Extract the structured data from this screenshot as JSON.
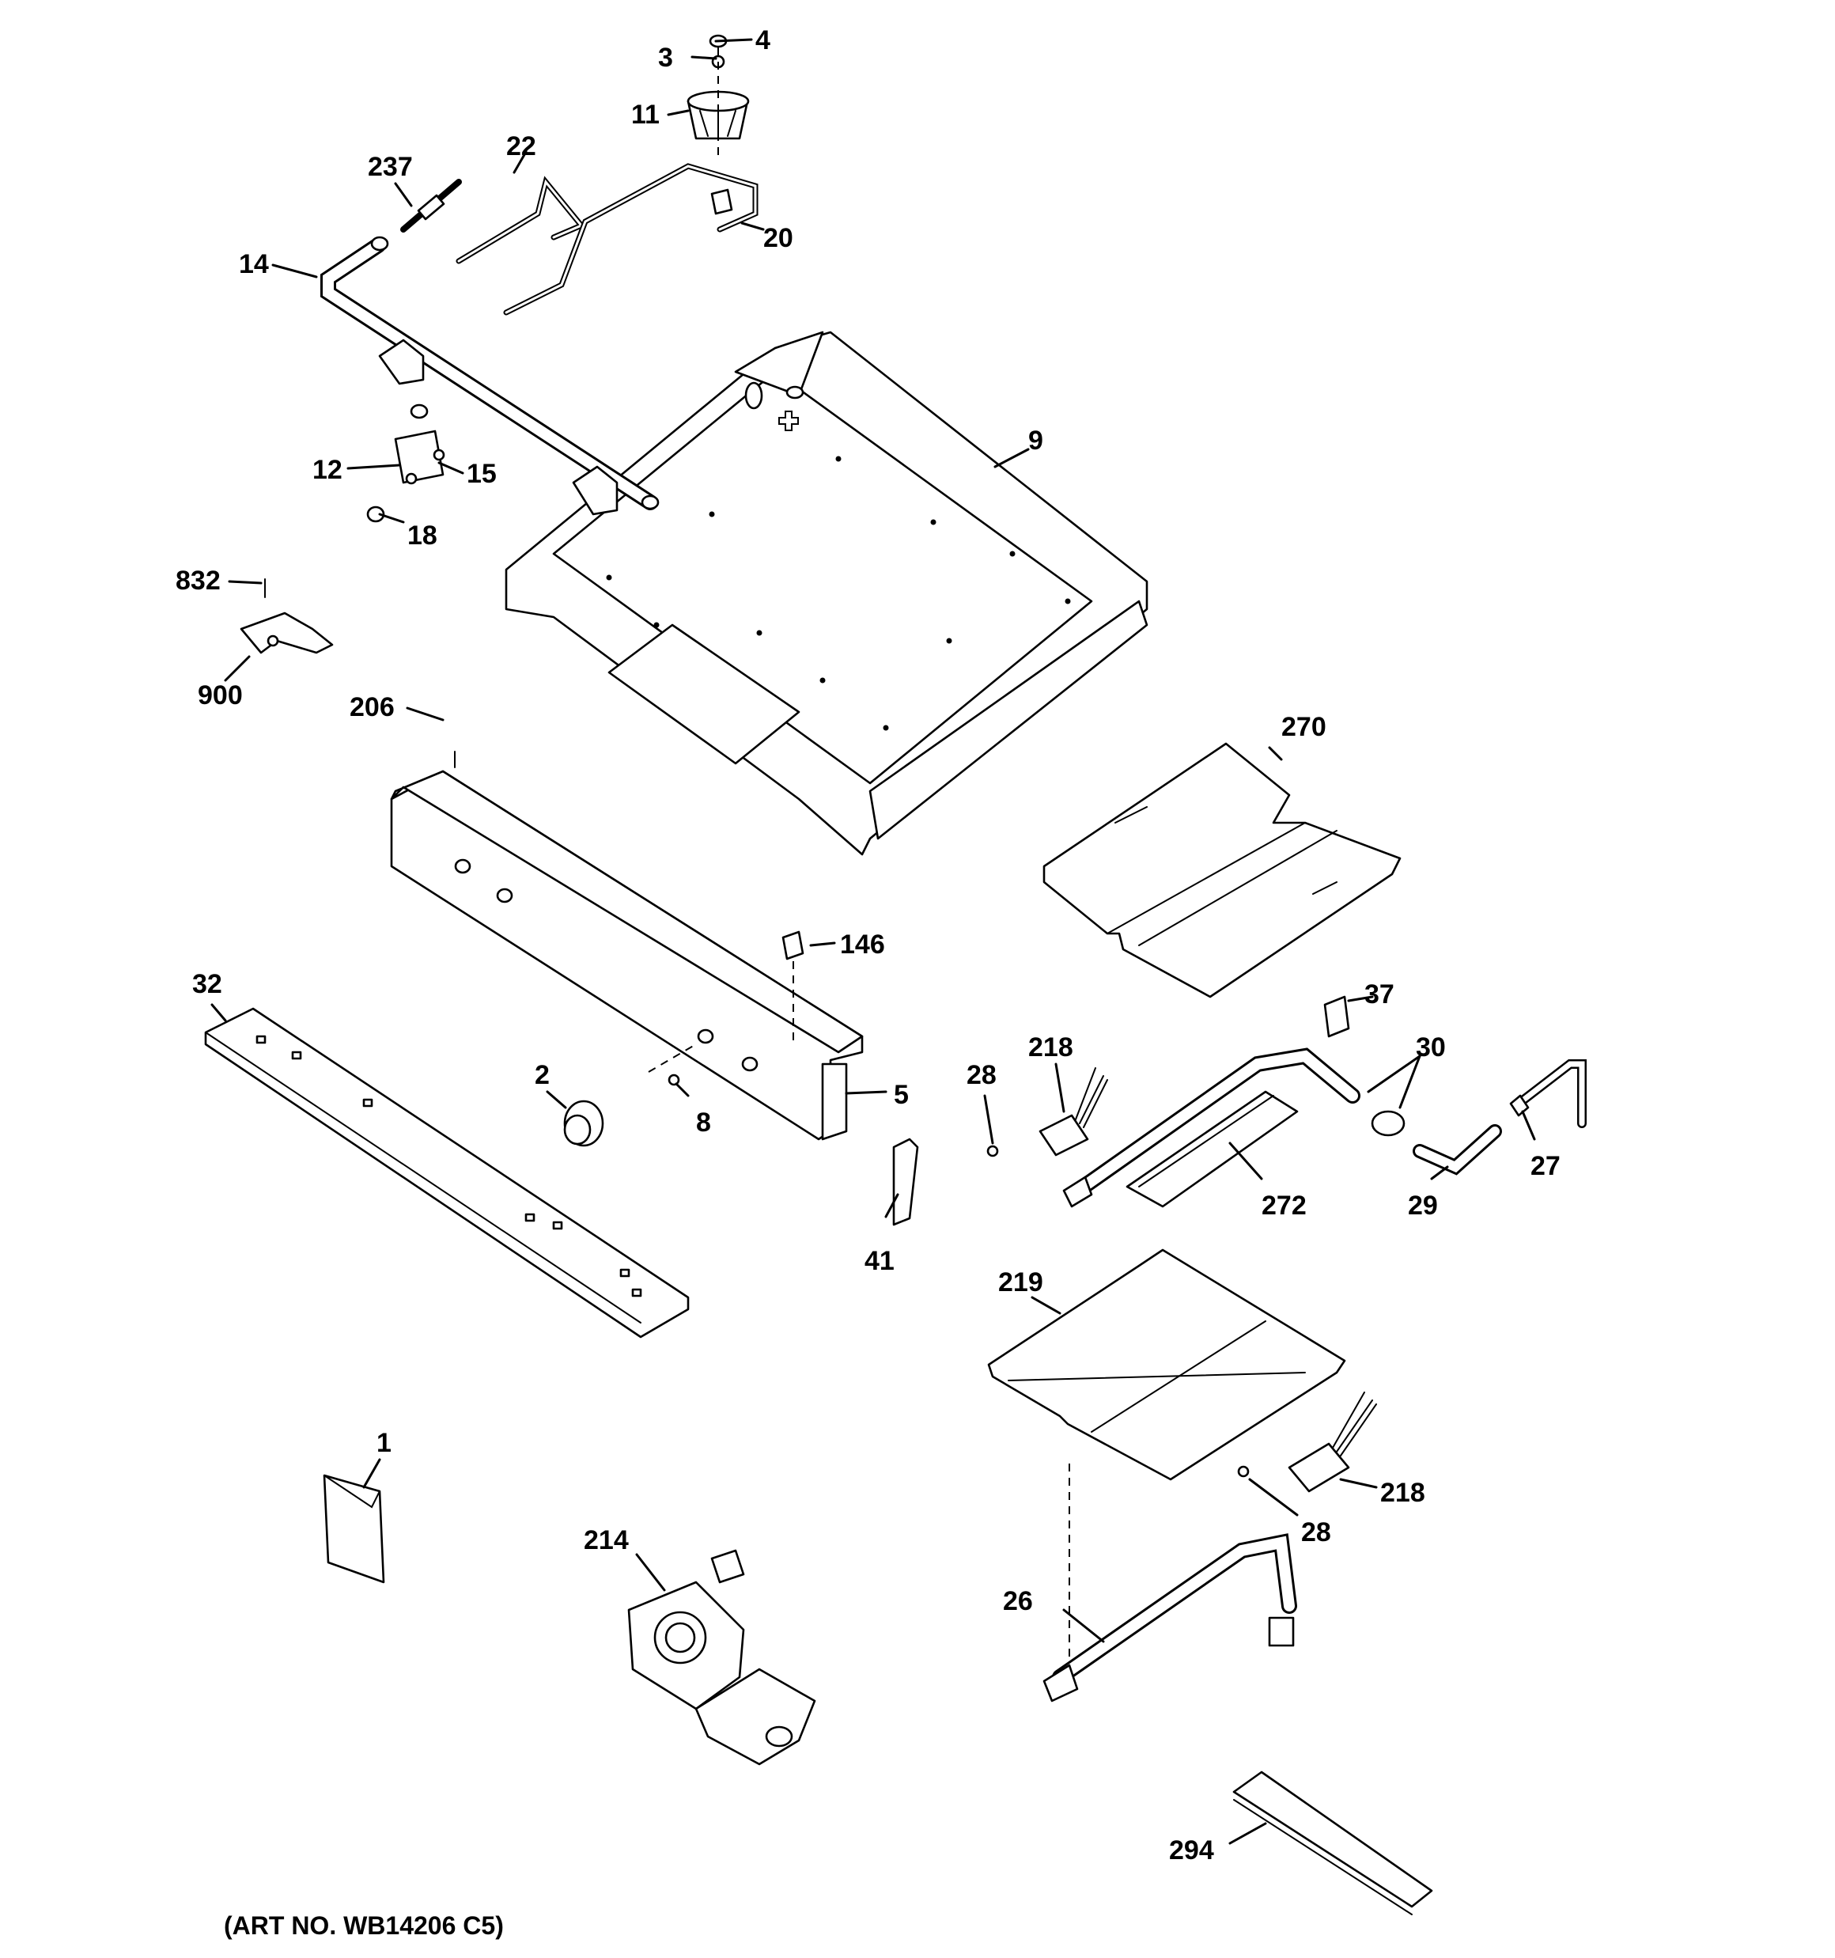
{
  "callouts": [
    "4",
    "3",
    "11",
    "237",
    "22",
    "20",
    "14",
    "9",
    "12",
    "15",
    "18",
    "832",
    "900",
    "206",
    "270",
    "146",
    "32",
    "37",
    "218",
    "30",
    "28",
    "2",
    "8",
    "5",
    "27",
    "29",
    "272",
    "41",
    "219",
    "1",
    "218",
    "28",
    "214",
    "26",
    "294"
  ],
  "caption": "(ART NO. WB14206 C5)"
}
